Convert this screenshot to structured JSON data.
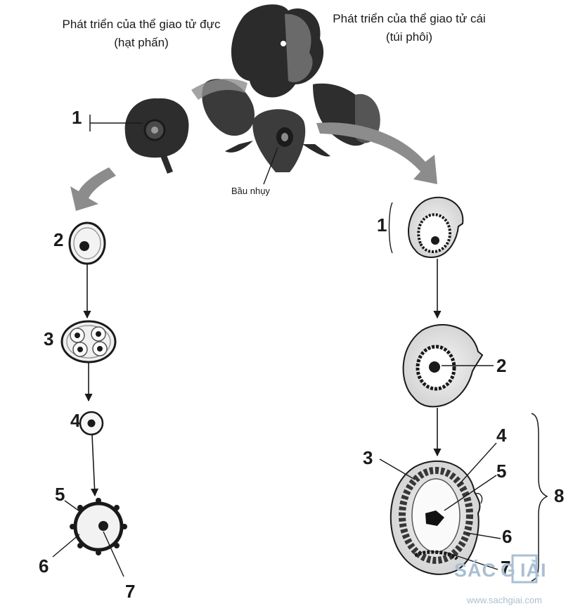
{
  "titles": {
    "male_line1": "Phát triển của thể giao tử đực",
    "male_line2": "(hạt phấn)",
    "female_line1": "Phát triển của thể giao tử cái",
    "female_line2": "(túi phôi)"
  },
  "flower_label": "Bầu nhụy",
  "male_labels": [
    "1",
    "2",
    "3",
    "4",
    "5",
    "6",
    "7"
  ],
  "female_labels": [
    "1",
    "2",
    "3",
    "4",
    "5",
    "6",
    "7",
    "8"
  ],
  "watermark": {
    "left": "SÁC",
    "box": "G",
    "right": "IẢI",
    "url": "www.sachgiai.com"
  },
  "colors": {
    "ink": "#1a1a1a",
    "arrow_gray": "#8c8c8c",
    "watermark": "#a9bfd3"
  }
}
